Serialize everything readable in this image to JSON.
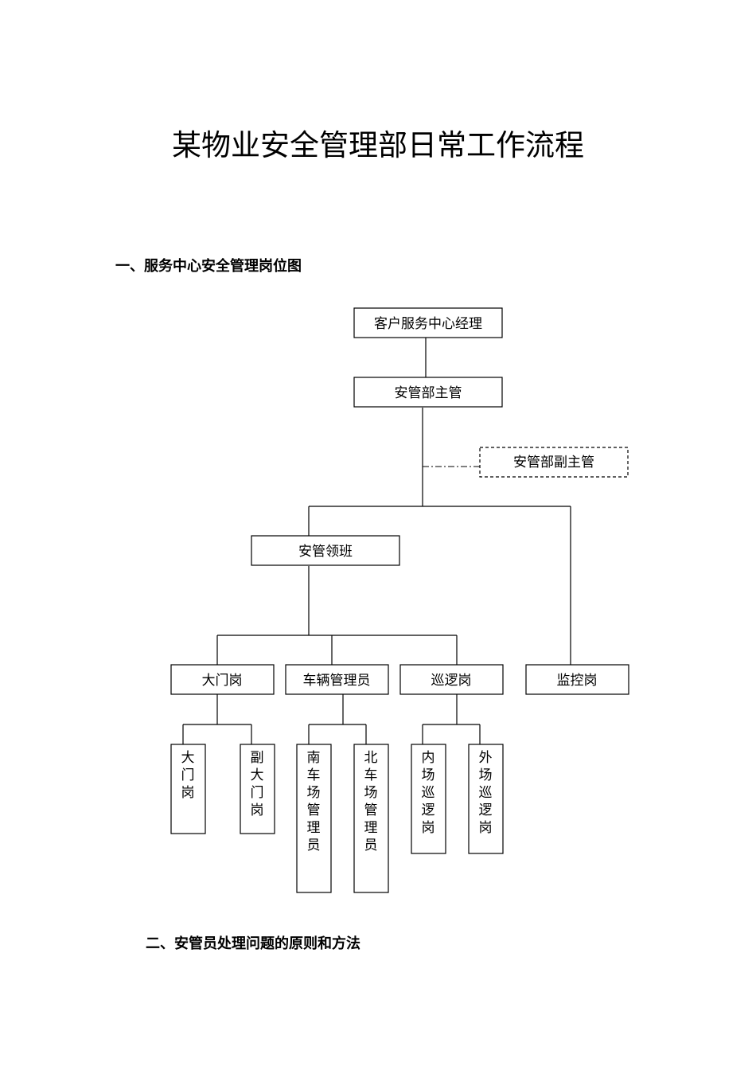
{
  "document": {
    "title": "某物业安全管理部日常工作流程",
    "section1_heading": "一、服务中心安全管理岗位图",
    "section2_heading": "二、安管员处理问题的原则和方法"
  },
  "org_chart": {
    "top": "客户服务中心经理",
    "supervisor": "安管部主管",
    "deputy_supervisor": "安管部副主管",
    "team_lead": "安管领班",
    "gate_post": "大门岗",
    "vehicle_manager": "车辆管理员",
    "patrol_post": "巡逻岗",
    "monitoring_post": "监控岗",
    "sub_gate_main": "大门岗",
    "sub_gate_deputy": "副大门岗",
    "sub_parking_south": "南车场管理员",
    "sub_parking_north": "北车场管理员",
    "sub_patrol_inner": "内场巡逻岗",
    "sub_patrol_outer": "外场巡逻岗"
  }
}
